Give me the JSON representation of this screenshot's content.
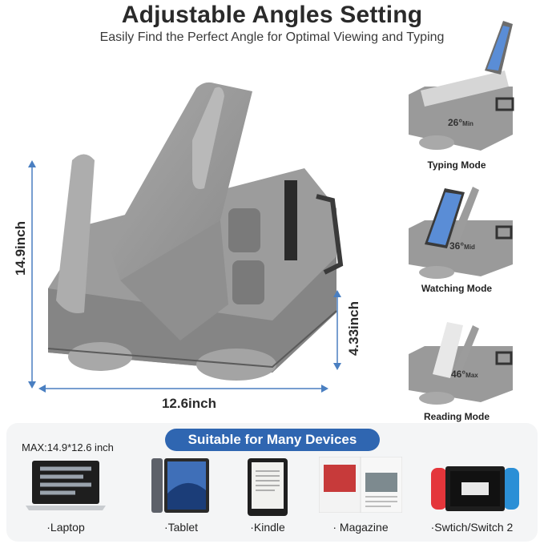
{
  "header": {
    "title": "Adjustable Angles Setting",
    "subtitle": "Easily Find the Perfect Angle for Optimal Viewing and Typing"
  },
  "dimensions": {
    "height": "14.9inch",
    "width": "12.6inch",
    "thickness": "4.33inch"
  },
  "modes": [
    {
      "label": "Typing Mode",
      "angle": "26°",
      "tag": "Min"
    },
    {
      "label": "Watching Mode",
      "angle": "36°",
      "tag": "Mid"
    },
    {
      "label": "Reading Mode",
      "angle": "46°",
      "tag": "Max"
    }
  ],
  "devices_section": {
    "heading": "Suitable for Many Devices",
    "max_size": "MAX:14.9*12.6 inch",
    "devices": [
      {
        "label": "·Laptop"
      },
      {
        "label": "·Tablet"
      },
      {
        "label": "·Kindle"
      },
      {
        "label": "· Magazine"
      },
      {
        "label": "·Swtich/Switch 2"
      }
    ]
  },
  "colors": {
    "accent": "#2f66b1",
    "product_gray": "#9a9a9a",
    "dimension_blue": "#4a7fc1"
  }
}
